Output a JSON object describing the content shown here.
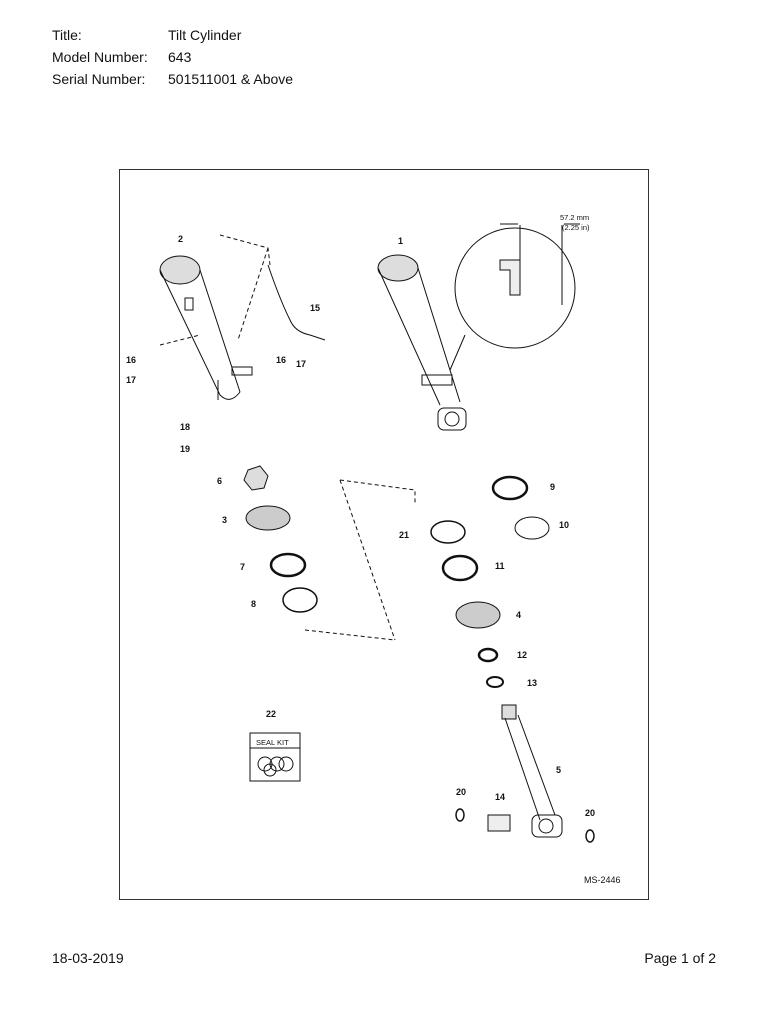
{
  "header": {
    "title_key": "Title:",
    "title_value": "Tilt Cylinder",
    "model_key": "Model Number:",
    "model_value": "643",
    "serial_key": "Serial Number:",
    "serial_value": "501511001 & Above"
  },
  "diagram": {
    "callouts": {
      "c1": "1",
      "c2": "2",
      "c3": "3",
      "c4": "4",
      "c5": "5",
      "c6": "6",
      "c7": "7",
      "c8": "8",
      "c9": "9",
      "c10": "10",
      "c11": "11",
      "c12": "12",
      "c13": "13",
      "c14": "14",
      "c15": "15",
      "c16a": "16",
      "c16b": "16",
      "c17a": "17",
      "c17b": "17",
      "c18": "18",
      "c19": "19",
      "c20a": "20",
      "c20b": "20",
      "c21": "21",
      "c22": "22"
    },
    "dimension_mm": "57.2 mm",
    "dimension_in": "(2.25 in)",
    "seal_kit_label": "SEAL KIT",
    "drawing_code": "MS-2446"
  },
  "footer": {
    "date": "18-03-2019",
    "page": "Page 1 of 2"
  }
}
